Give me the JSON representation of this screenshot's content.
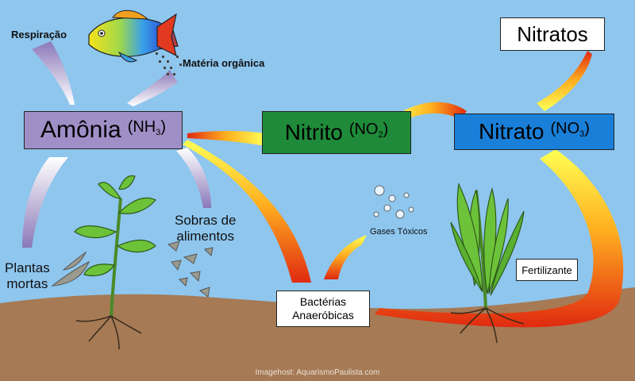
{
  "labels": {
    "respiracao": "Respiração",
    "materia_organica": "Matéria orgânica",
    "sobras_line1": "Sobras de",
    "sobras_line2": "alimentos",
    "plantas_line1": "Plantas",
    "plantas_line2": "mortas",
    "gases": "Gases Tóxicos",
    "fertilizante": "Fertilizante",
    "bacterias_line1": "Bactérias",
    "bacterias_line2": "Anaeróbicas",
    "nitratos": "Nitratos",
    "credit": "Imagehost: AquarismoPaulista.com"
  },
  "nodes": {
    "amonia": {
      "name": "Amônia",
      "formula_open": "(NH",
      "formula_sub": "3",
      "formula_close": ")",
      "color": "#9f8fc7"
    },
    "nitrito": {
      "name": "Nitrito",
      "formula_open": "(NO",
      "formula_sub": "2",
      "formula_close": ")",
      "color": "#1f8a3a"
    },
    "nitrato": {
      "name": "Nitrato",
      "formula_open": "(NO",
      "formula_sub": "3",
      "formula_close": ")",
      "color": "#1a7fd8"
    }
  },
  "colors": {
    "water": "#8ec6ee",
    "soil": "#a67a55",
    "arrow_hot_start": "#ffff55",
    "arrow_hot_end": "#e02a10",
    "arrow_cool_start": "#ffffff",
    "arrow_cool_end": "#8a78b8",
    "plant": "#6cc33a"
  }
}
